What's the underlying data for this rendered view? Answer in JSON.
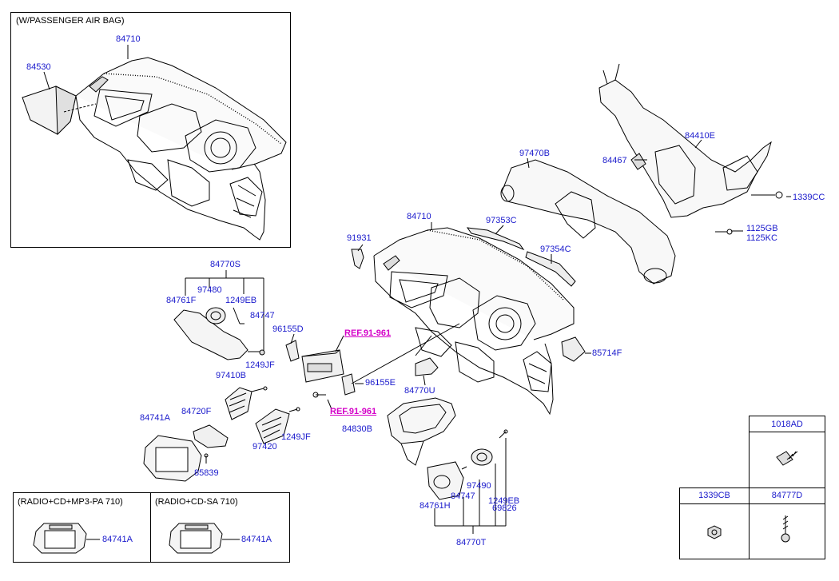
{
  "frames": {
    "passenger_airbag": "(W/PASSENGER AIR BAG)",
    "radio_mp3": "(RADIO+CD+MP3-PA 710)",
    "radio_sa": "(RADIO+CD-SA 710)"
  },
  "parts": {
    "p84710_top": "84710",
    "p84530": "84530",
    "p97470B": "97470B",
    "p84410E": "84410E",
    "p84467": "84467",
    "p1339CC": "1339CC",
    "p1125GB": "1125GB",
    "p1125KC": "1125KC",
    "p84710_main": "84710",
    "p97353C": "97353C",
    "p91931": "91931",
    "p97354C": "97354C",
    "p84770S": "84770S",
    "p97480": "97480",
    "p84761F": "84761F",
    "p1249EB_a": "1249EB",
    "p84747_a": "84747",
    "p96155D": "96155D",
    "p85714F": "85714F",
    "p1249JF_a": "1249JF",
    "p97410B": "97410B",
    "p96155E": "96155E",
    "p84770U": "84770U",
    "p84741A_a": "84741A",
    "p84720F": "84720F",
    "p1249JF_b": "1249JF",
    "p97420": "97420",
    "p84830B": "84830B",
    "p85839": "85839",
    "p97490": "97490",
    "p84761H": "84761H",
    "p84747_b": "84747",
    "p1249EB_b": "1249EB",
    "p69826": "69826",
    "p84770T": "84770T",
    "p84741A_b": "84741A",
    "p84741A_c": "84741A"
  },
  "refs": {
    "ref_upper": "REF.91-961",
    "ref_lower": "REF.91-961"
  },
  "fastener_table": {
    "c1018AD": "1018AD",
    "c1339CB": "1339CB",
    "c84777D": "84777D"
  }
}
